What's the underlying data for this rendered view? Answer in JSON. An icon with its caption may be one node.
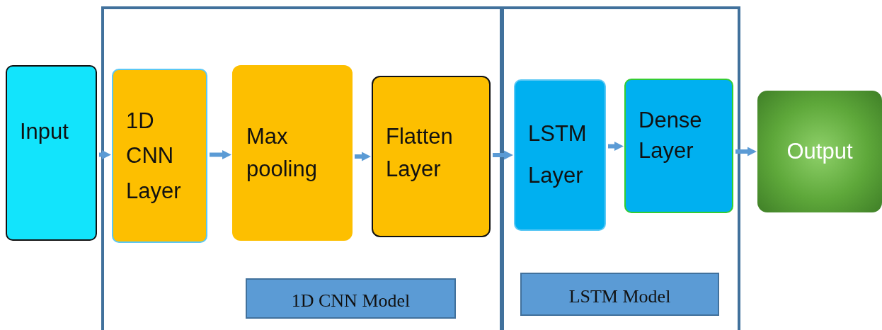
{
  "diagram": {
    "nodes": [
      {
        "text": [
          "Input"
        ]
      },
      {
        "text": [],
        "shape": "box"
      },
      {
        "text": [
          "1D CNN Layer"
        ],
        "in": 1
      },
      {
        "text": [
          "Max pooling"
        ],
        "in": 1
      },
      {
        "text": [
          "Flatten Layer"
        ],
        "in": 1
      },
      {
        "text": [
          "1D CNN Model"
        ],
        "in": 1
      },
      {
        "text": [],
        "shape": "box"
      },
      {
        "text": [
          "LSTM Layer"
        ],
        "in": 6
      },
      {
        "text": [
          "Dense Layer"
        ],
        "in": 6
      },
      {
        "text": [
          "LSTM Model"
        ],
        "in": 6
      },
      {
        "text": [
          "Output"
        ]
      }
    ],
    "edges": [
      {
        "from": 0,
        "to": 2,
        "arrow": "to"
      },
      {
        "from": 2,
        "to": 3,
        "arrow": "to"
      },
      {
        "from": 3,
        "to": 4,
        "arrow": "to"
      },
      {
        "from": 4,
        "to": 7,
        "arrow": "to"
      },
      {
        "from": 7,
        "to": 8,
        "arrow": "to"
      },
      {
        "from": 8,
        "to": 10,
        "arrow": "to"
      }
    ]
  }
}
